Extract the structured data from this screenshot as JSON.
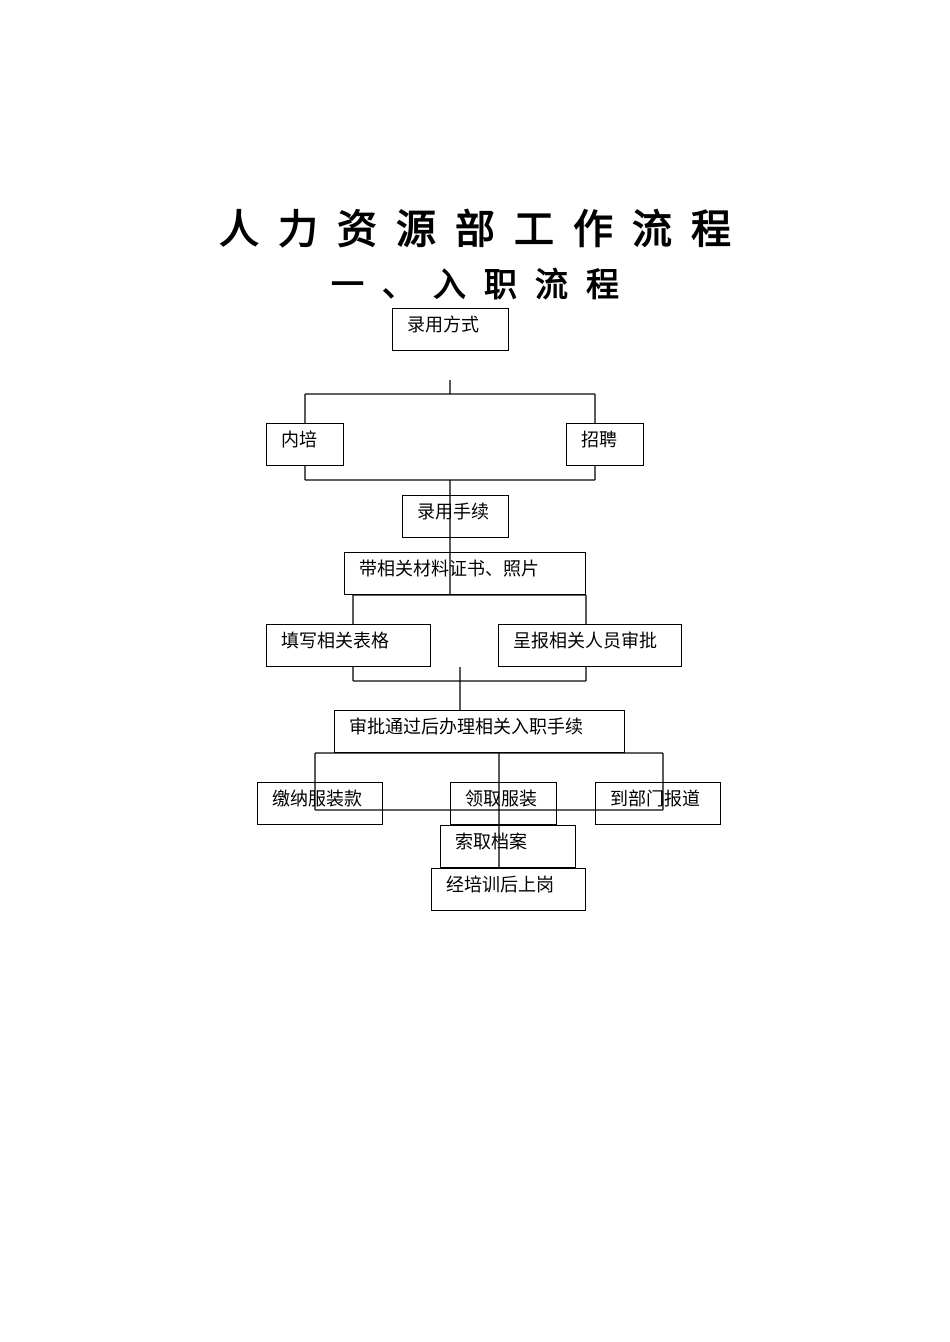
{
  "title": "人力资源部工作流程",
  "subtitle": "一、入职流程",
  "nodes": {
    "hire_method": "录用方式",
    "internal_training": "内培",
    "recruitment": "招聘",
    "hiring_procedure": "录用手续",
    "bring_documents": "带相关材料证书、照片",
    "fill_forms": "填写相关表格",
    "submit_approval": "呈报相关人员审批",
    "after_approval": "审批通过后办理相关入职手续",
    "pay_uniform": "缴纳服装款",
    "get_uniform": "领取服装",
    "report_department": "到部门报道",
    "request_file": "索取档案",
    "training_onboard": "经培训后上岗"
  }
}
